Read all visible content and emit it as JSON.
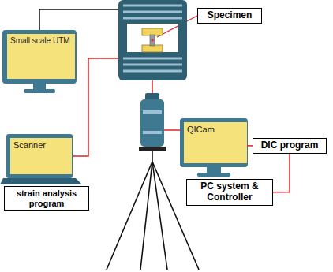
{
  "diagram": {
    "nodes": [
      {
        "text": [
          "Specimen"
        ]
      },
      {
        "text": [
          "Small scale UTM"
        ]
      },
      {
        "text": [
          "Scanner"
        ]
      },
      {
        "text": [
          "strain analysis program"
        ]
      },
      {
        "text": [
          "QICam"
        ]
      },
      {
        "text": [
          "DIC program"
        ]
      },
      {
        "text": [
          "PC system & Controller"
        ]
      }
    ],
    "edges": [
      {
        "from": 4,
        "to": 5,
        "arrow": "none"
      },
      {
        "from": 5,
        "to": 6,
        "arrow": "none"
      }
    ]
  }
}
